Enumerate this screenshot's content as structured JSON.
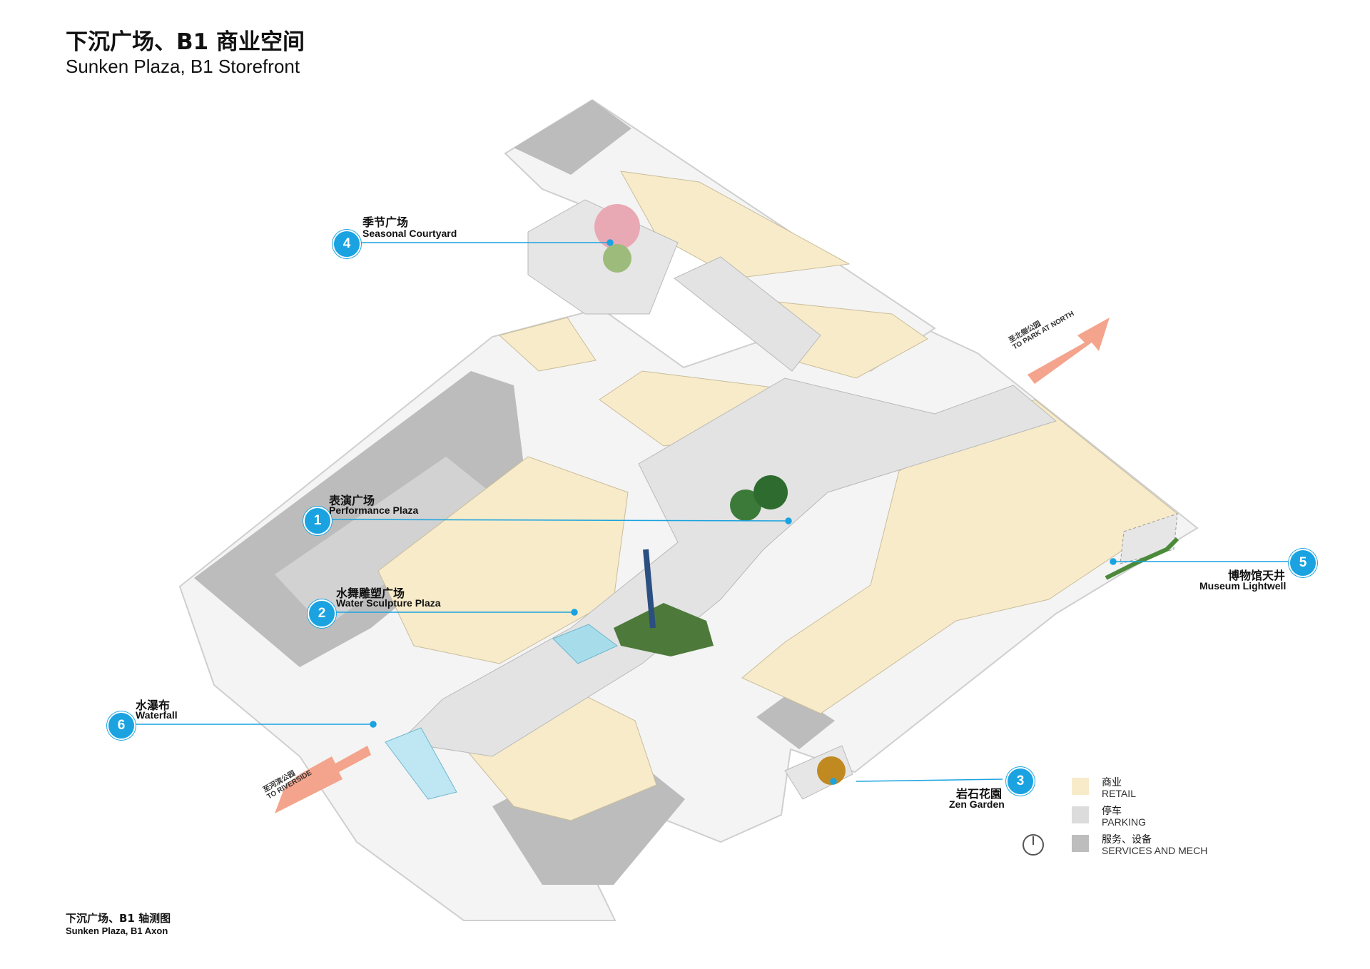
{
  "title": {
    "zh": "下沉广场、B1 商业空间",
    "en": "Sunken Plaza, B1 Storefront"
  },
  "callouts": [
    {
      "num": "1",
      "zh": "表演广场",
      "en": "Performance Plaza"
    },
    {
      "num": "2",
      "zh": "水舞雕塑广场",
      "en": "Water Sculpture Plaza"
    },
    {
      "num": "3",
      "zh": "岩石花園",
      "en": "Zen Garden"
    },
    {
      "num": "4",
      "zh": "季节广场",
      "en": "Seasonal Courtyard"
    },
    {
      "num": "5",
      "zh": "博物馆天井",
      "en": "Museum Lightwell"
    },
    {
      "num": "6",
      "zh": "水瀑布",
      "en": "Waterfall"
    }
  ],
  "directions": {
    "north": {
      "zh": "至北侧公园",
      "en": "TO PARK AT NORTH"
    },
    "riverside": {
      "zh": "至河滨公园",
      "en": "TO RIVERSIDE"
    }
  },
  "legend": [
    {
      "zh": "商业",
      "en": "RETAIL",
      "color": "#f7ebc9"
    },
    {
      "zh": "停车",
      "en": "PARKING",
      "color": "#dcdcdc"
    },
    {
      "zh": "服务、设备",
      "en": "SERVICES AND MECH",
      "color": "#bdbdbd"
    }
  ],
  "footer": {
    "zh": "下沉广场、B1 轴测图",
    "en": "Sunken Plaza, B1 Axon"
  },
  "colors": {
    "accent": "#1aa3e0",
    "arrow": "#f4a48c",
    "retail": "#f7ebc9",
    "parking": "#dcdcdc",
    "services": "#bdbdbd",
    "plaza": "#e3e3e3"
  }
}
